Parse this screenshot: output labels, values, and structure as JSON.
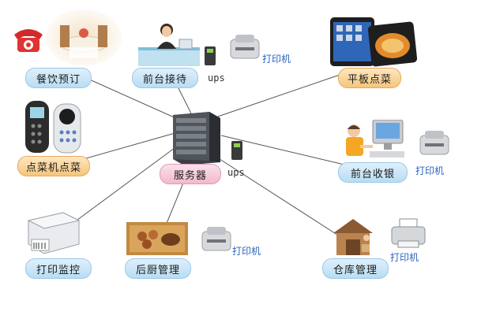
{
  "nodes": {
    "center": "服务器",
    "booking": "餐饮预订",
    "reception": "前台接待",
    "tablet": "平板点菜",
    "handheld": "点菜机点菜",
    "cashier": "前台收银",
    "print_monitor": "打印监控",
    "kitchen": "后厨管理",
    "warehouse": "仓库管理"
  },
  "labels": {
    "printer_reception": "打印机",
    "printer_cashier": "打印机",
    "printer_kitchen": "打印机",
    "printer_warehouse": "打印机",
    "ups_reception": "ups",
    "ups_server": "ups"
  },
  "colors": {
    "blue_pill": "#b9dcf3",
    "orange_pill": "#f6c57a",
    "pink_pill": "#f2b8cc",
    "link_line": "#555555",
    "label_blue": "#2a64c0"
  },
  "icons": [
    "phone-icon",
    "restaurant-photo-icon",
    "receptionist-icon",
    "ups-unit-icon",
    "printer-icon",
    "tablet-icon",
    "handheld-terminal-icon",
    "server-rack-icon",
    "computer-operator-icon",
    "label-printer-icon",
    "kitchen-photo-icon",
    "warehouse-icon",
    "office-printer-icon"
  ]
}
